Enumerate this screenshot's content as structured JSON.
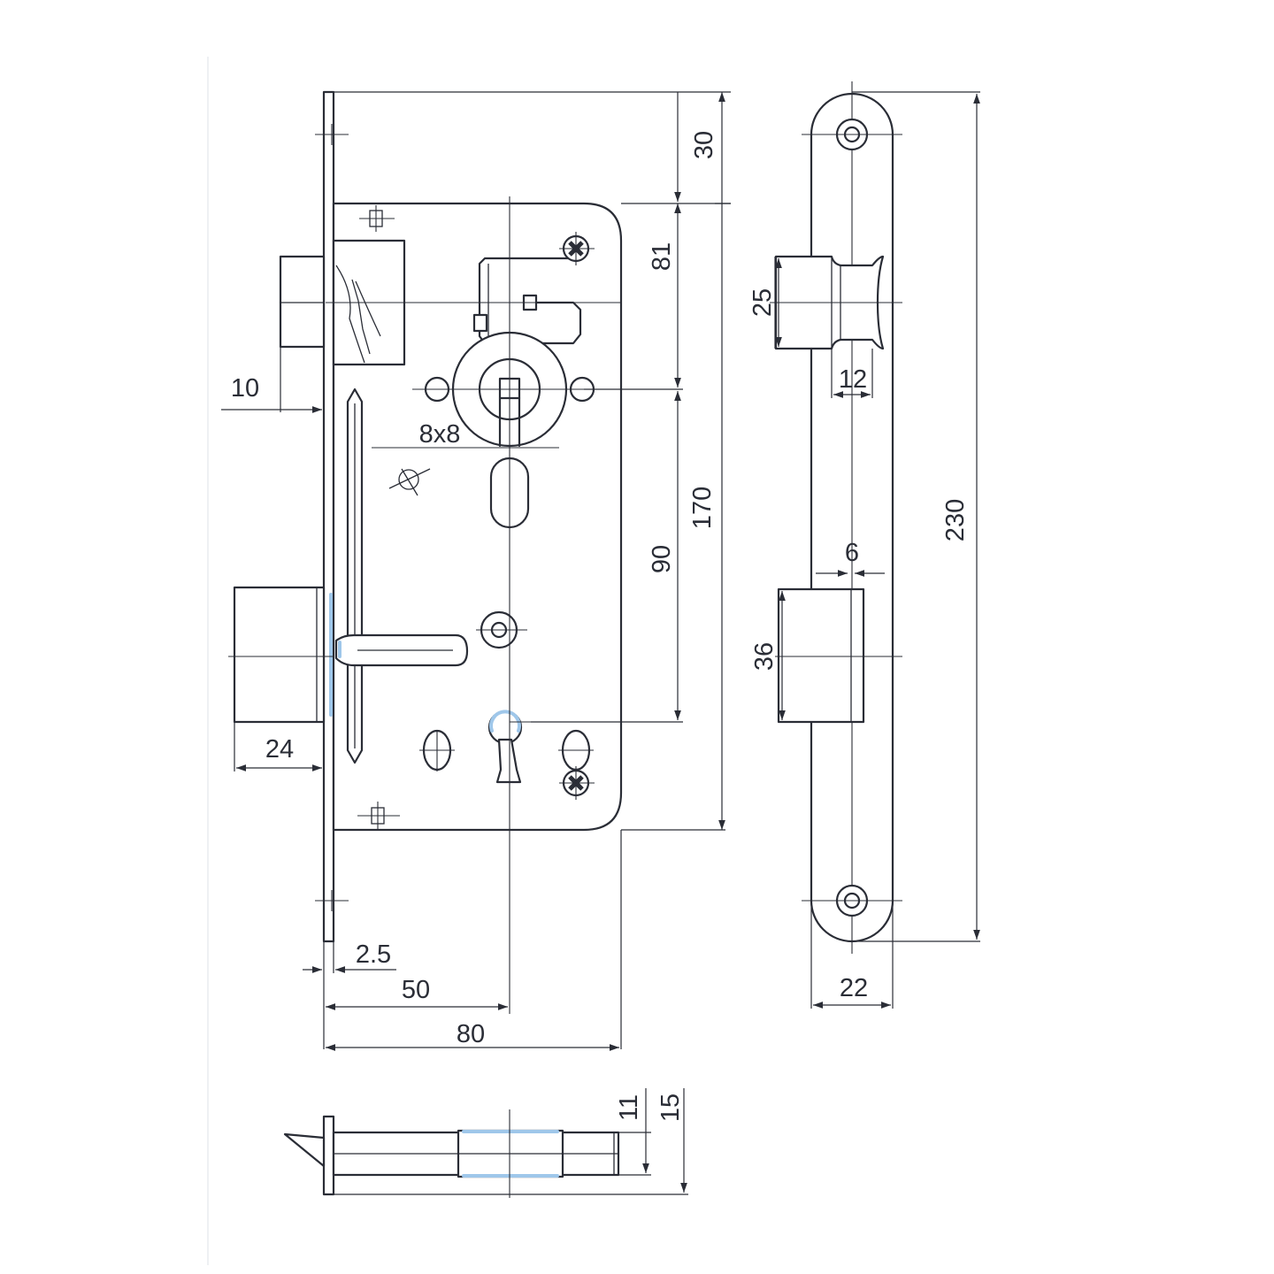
{
  "dimensions": {
    "front_top_offset": "30",
    "front_upper_height": "81",
    "front_lower_distance": "90",
    "front_case_height": "170",
    "latch_projection": "10",
    "spindle_size": "8x8",
    "deadbolt_projection": "24",
    "faceplate_thickness": "2.5",
    "backset": "50",
    "case_depth": "80",
    "faceplate_length": "230",
    "latch_opening_height": "25",
    "latch_opening_width": "12",
    "bolt_opening_width": "6",
    "bolt_opening_height": "36",
    "faceplate_width": "22",
    "case_thickness": "11",
    "overall_thickness": "15"
  }
}
